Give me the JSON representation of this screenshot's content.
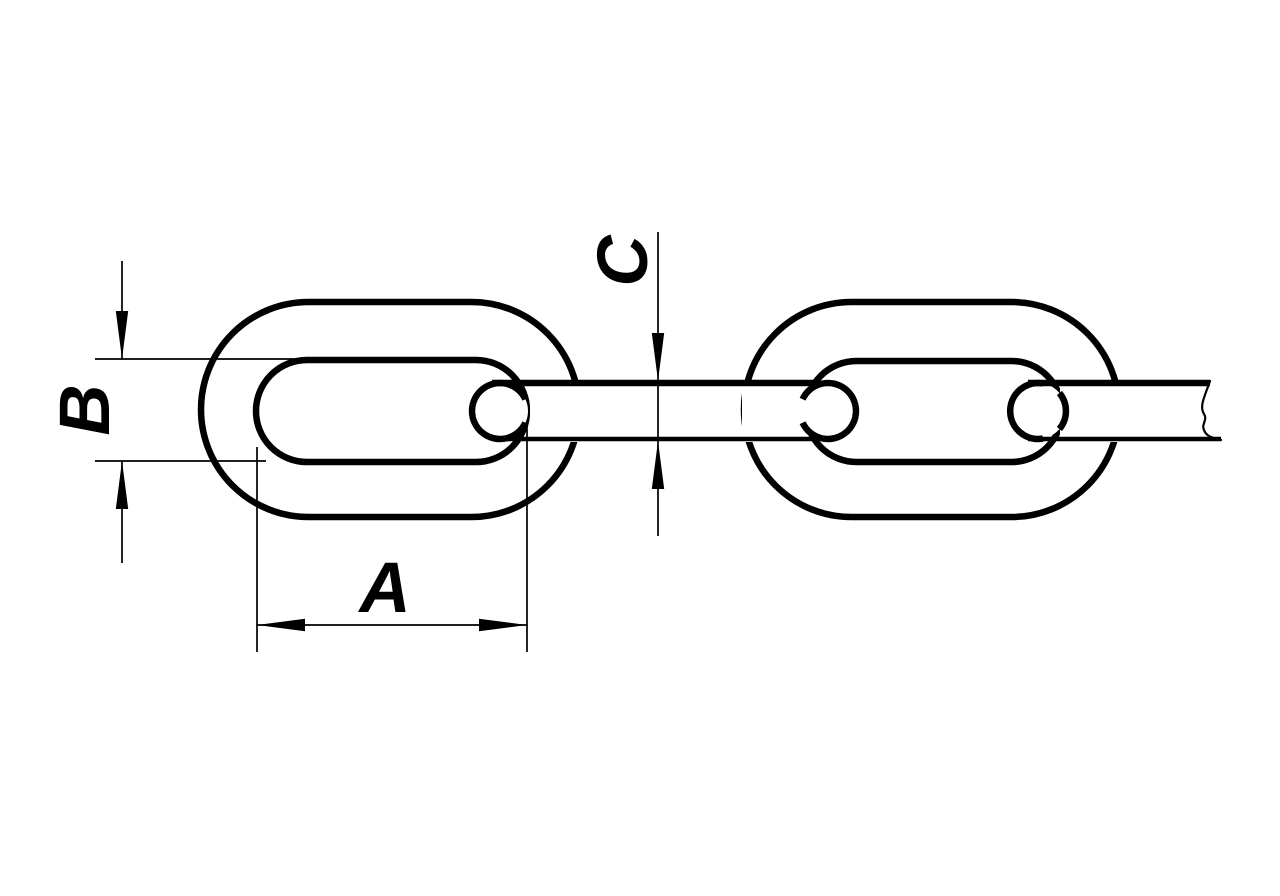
{
  "drawing": {
    "background_color": "#ffffff",
    "line_color": "#000000",
    "dimension_labels": {
      "a": "A",
      "b": "B",
      "c": "C"
    }
  }
}
